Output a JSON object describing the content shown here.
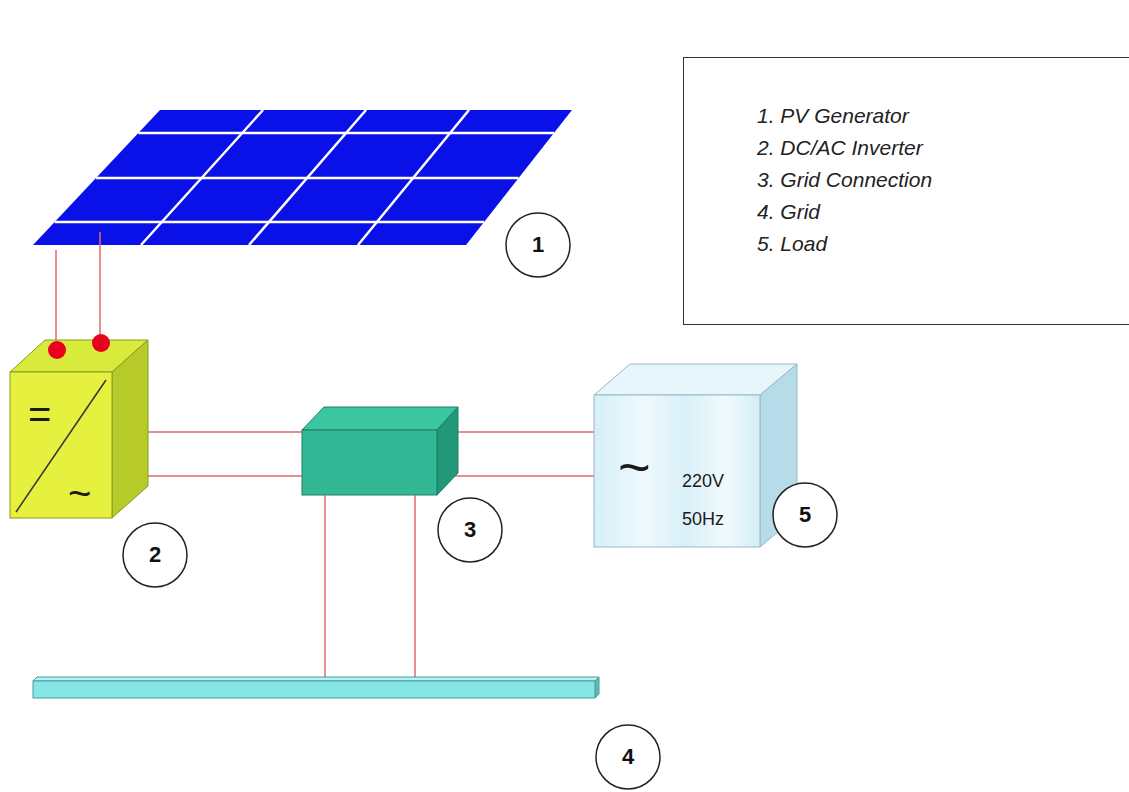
{
  "diagram": {
    "nodes": [
      {
        "text": [
          "=",
          "~"
        ]
      },
      {
        "text": [
          "~",
          "220V 50Hz"
        ]
      }
    ],
    "edges": [
      {
        "from": 0,
        "to": 1,
        "arrow": "none"
      }
    ],
    "labels": [
      "1",
      "2",
      "3",
      "4",
      "5"
    ],
    "legend": [
      {
        "text": "1. PV Generator"
      },
      {
        "text": "2. DC/AC Inverter"
      },
      {
        "text": "3. Grid Connection"
      },
      {
        "text": "4. Grid"
      },
      {
        "text": "5. Load"
      }
    ]
  }
}
